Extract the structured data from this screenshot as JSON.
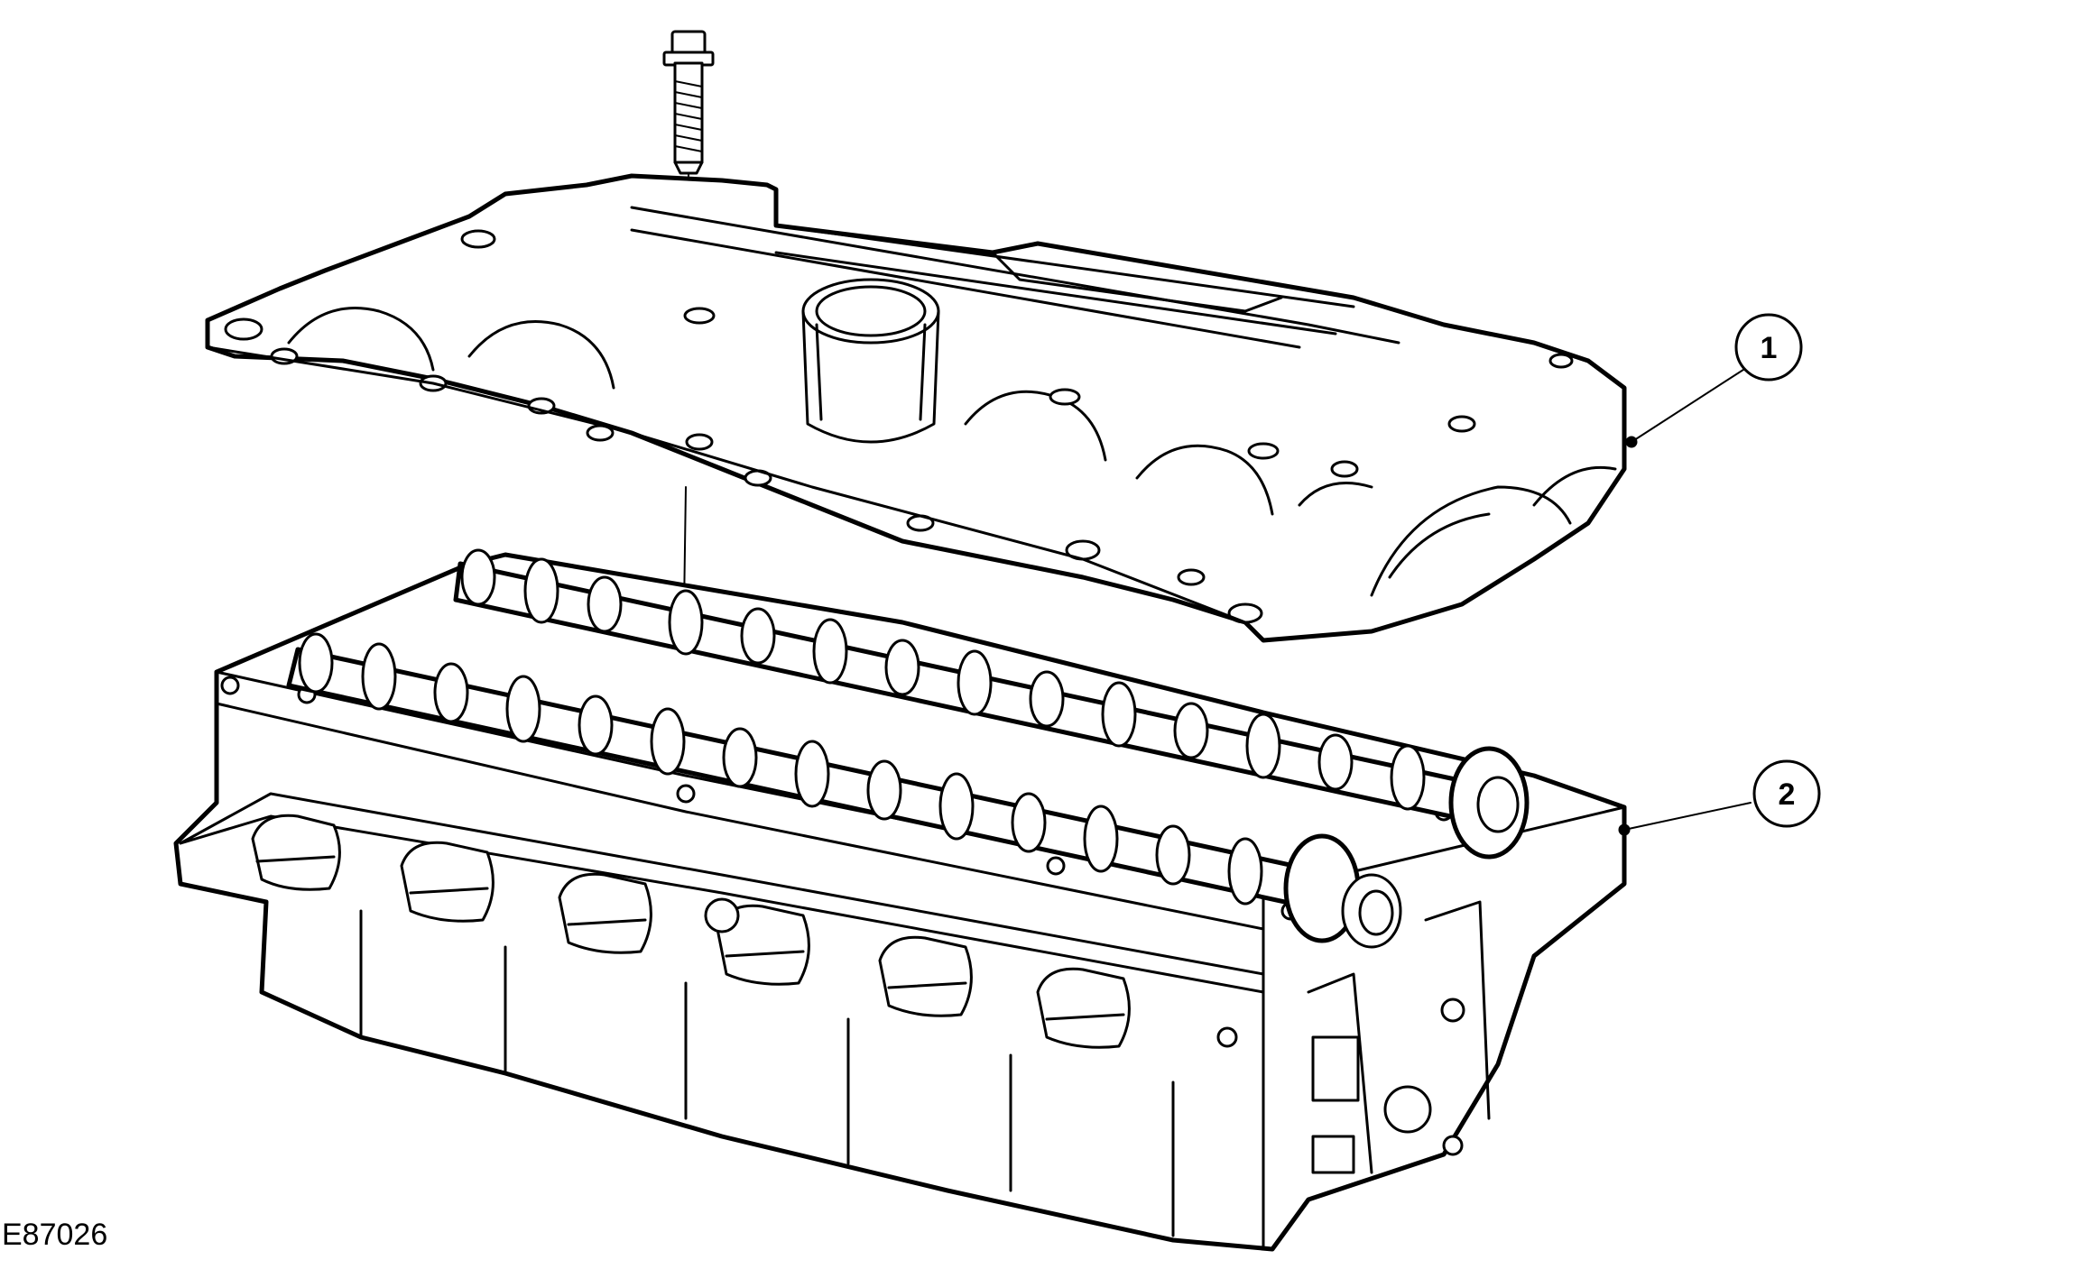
{
  "figure": {
    "id": "E87026",
    "callouts": [
      {
        "number": "1"
      },
      {
        "number": "2"
      }
    ]
  }
}
